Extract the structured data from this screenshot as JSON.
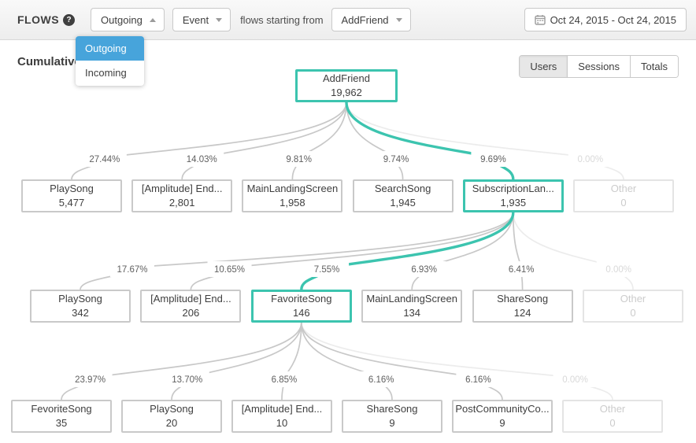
{
  "header": {
    "title": "FLOWS",
    "help_icon": "?",
    "direction_select": {
      "value": "Outgoing",
      "open": true,
      "options": [
        "Outgoing",
        "Incoming"
      ]
    },
    "event_select": {
      "value": "Event"
    },
    "connector_text": "flows starting from",
    "start_event_select": {
      "value": "AddFriend"
    },
    "date_range": "Oct 24, 2015  -  Oct 24, 2015"
  },
  "toolbar": {
    "heading": "Cumulative",
    "view_toggle": {
      "options": [
        "Users",
        "Sessions",
        "Totals"
      ],
      "selected": "Users"
    }
  },
  "flow": {
    "root": {
      "label": "AddFriend",
      "value": "19,962"
    },
    "levels": [
      {
        "nodes": [
          {
            "label": "PlaySong",
            "value": "5,477",
            "pct": "27.44%",
            "state": "normal"
          },
          {
            "label": "[Amplitude] End...",
            "value": "2,801",
            "pct": "14.03%",
            "state": "normal"
          },
          {
            "label": "MainLandingScreen",
            "value": "1,958",
            "pct": "9.81%",
            "state": "normal"
          },
          {
            "label": "SearchSong",
            "value": "1,945",
            "pct": "9.74%",
            "state": "normal"
          },
          {
            "label": "SubscriptionLan...",
            "value": "1,935",
            "pct": "9.69%",
            "state": "active"
          },
          {
            "label": "Other",
            "value": "0",
            "pct": "0.00%",
            "state": "muted"
          }
        ]
      },
      {
        "nodes": [
          {
            "label": "PlaySong",
            "value": "342",
            "pct": "17.67%",
            "state": "normal"
          },
          {
            "label": "[Amplitude] End...",
            "value": "206",
            "pct": "10.65%",
            "state": "normal"
          },
          {
            "label": "FavoriteSong",
            "value": "146",
            "pct": "7.55%",
            "state": "active"
          },
          {
            "label": "MainLandingScreen",
            "value": "134",
            "pct": "6.93%",
            "state": "normal"
          },
          {
            "label": "ShareSong",
            "value": "124",
            "pct": "6.41%",
            "state": "normal"
          },
          {
            "label": "Other",
            "value": "0",
            "pct": "0.00%",
            "state": "muted"
          }
        ]
      },
      {
        "nodes": [
          {
            "label": "FevoriteSong",
            "value": "35",
            "pct": "23.97%",
            "state": "normal"
          },
          {
            "label": "PlaySong",
            "value": "20",
            "pct": "13.70%",
            "state": "normal"
          },
          {
            "label": "[Amplitude] End...",
            "value": "10",
            "pct": "6.85%",
            "state": "normal"
          },
          {
            "label": "ShareSong",
            "value": "9",
            "pct": "6.16%",
            "state": "normal"
          },
          {
            "label": "PostCommunityCo...",
            "value": "9",
            "pct": "6.16%",
            "state": "normal"
          },
          {
            "label": "Other",
            "value": "0",
            "pct": "0.00%",
            "state": "muted"
          }
        ]
      }
    ]
  },
  "colors": {
    "accent_teal": "#3cc4af",
    "edge_gray": "#c8c8c8",
    "edge_muted": "#ececec",
    "menu_highlight_blue": "#47a4db"
  }
}
